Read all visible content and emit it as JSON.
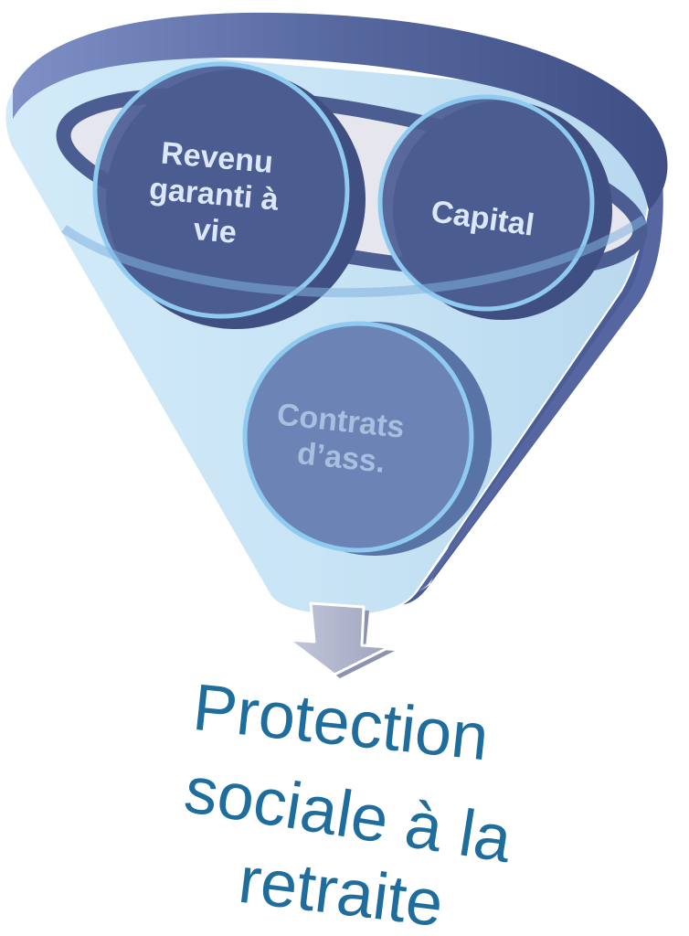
{
  "diagram": {
    "type": "funnel",
    "inputs": [
      {
        "id": "revenu",
        "lines": [
          "Revenu",
          "garanti à",
          "vie"
        ]
      },
      {
        "id": "capital",
        "lines": [
          "Capital"
        ]
      },
      {
        "id": "contrats",
        "lines": [
          "Contrats",
          "d’ass."
        ]
      }
    ],
    "outcome": {
      "lines": [
        "Protection",
        "sociale à la",
        "retraite"
      ]
    },
    "colors": {
      "funnel_fill": "#c7e3f5",
      "funnel_rim": "#4b5d96",
      "funnel_rim_inner": "#7a8cc4",
      "circle_dark": "#4c5d92",
      "circle_medium": "#6b84b5",
      "circle_outline": "#8fcaf0",
      "arrow_fill": "#b0b4cc",
      "arrow_stroke": "#ffffff",
      "outcome_text": "#1f6d9d",
      "label_dark_text": "#dbe8fb",
      "label_light_text": "#a9bfe0"
    }
  }
}
